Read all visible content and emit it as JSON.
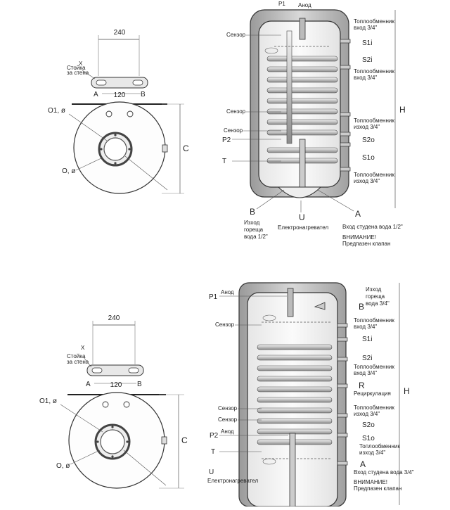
{
  "diagram1": {
    "plan": {
      "dim_240": "240",
      "label_x": "X",
      "label_stand_1": "Стойка",
      "label_stand_2": "за стена",
      "label_a": "A",
      "label_b": "B",
      "dim_120": "120",
      "label_o1": "O1, ø",
      "label_o": "O, ø",
      "label_c": "C"
    },
    "section": {
      "p1": "P1",
      "anode": "Анод",
      "sensor_1": "Сензор",
      "sensor_2": "Сензор",
      "sensor_3": "Сензор",
      "p2": "P2",
      "t": "T",
      "hx_in_1a": "Топлообменник",
      "hx_in_1b": "вход  3/4\"",
      "s1i": "S1i",
      "s2i": "S2i",
      "hx_in_2a": "Топлообменник",
      "hx_in_2b": "вход  3/4\"",
      "h": "H",
      "hx_out_1a": "Топлообменник",
      "hx_out_1b": "изход  3/4\"",
      "s2o": "S2o",
      "s1o": "S1o",
      "hx_out_2a": "Топлообменник",
      "hx_out_2b": "изход  3/4\"",
      "b": "B",
      "b_desc_1": "Изход",
      "b_desc_2": "гореща",
      "b_desc_3": "вода  1/2\"",
      "u": "U",
      "u_desc": "Електронагревател",
      "a": "A",
      "a_desc": "Вход студена вода  1/2\"",
      "warn_1": "ВНИМАНИЕ!",
      "warn_2": "Предпазен клапан"
    }
  },
  "diagram2": {
    "plan": {
      "dim_240": "240",
      "label_x": "X",
      "label_stand_1": "Стойка",
      "label_stand_2": "за стена",
      "label_a": "A",
      "label_b": "B",
      "dim_120": "120",
      "label_o1": "O1, ø",
      "label_o": "O, ø",
      "label_c": "C"
    },
    "section": {
      "p1": "P1",
      "anode_1": "Анод",
      "sensor_1": "Сензор",
      "sensor_2": "Сензор",
      "sensor_3": "Сензор",
      "p2": "P2",
      "anode_2": "Анод",
      "t": "T",
      "u": "U",
      "u_desc": "Електронагревател",
      "b_desc_1": "Изход",
      "b_desc_2": "гореща",
      "b_desc_3": "вода  3/4\"",
      "b": "B",
      "hx_in_1a": "Топлообменник",
      "hx_in_1b": "вход  3/4\"",
      "s1i": "S1i",
      "s2i": "S2i",
      "hx_in_2a": "Топлообменник",
      "hx_in_2b": "вход  3/4\"",
      "r": "R",
      "r_desc": "Рециркулация",
      "hx_out_1a": "Топлообменник",
      "hx_out_1b": "изход  3/4\"",
      "s2o": "S2o",
      "s1o": "S1o",
      "hx_out_2a": "Топлообменник",
      "hx_out_2b": "изход  3/4\"",
      "a": "A",
      "a_desc": "Вход студена вода  3/4\"",
      "warn_1": "ВНИМАНИЕ!",
      "warn_2": "Предпазен клапан",
      "h": "H"
    }
  }
}
